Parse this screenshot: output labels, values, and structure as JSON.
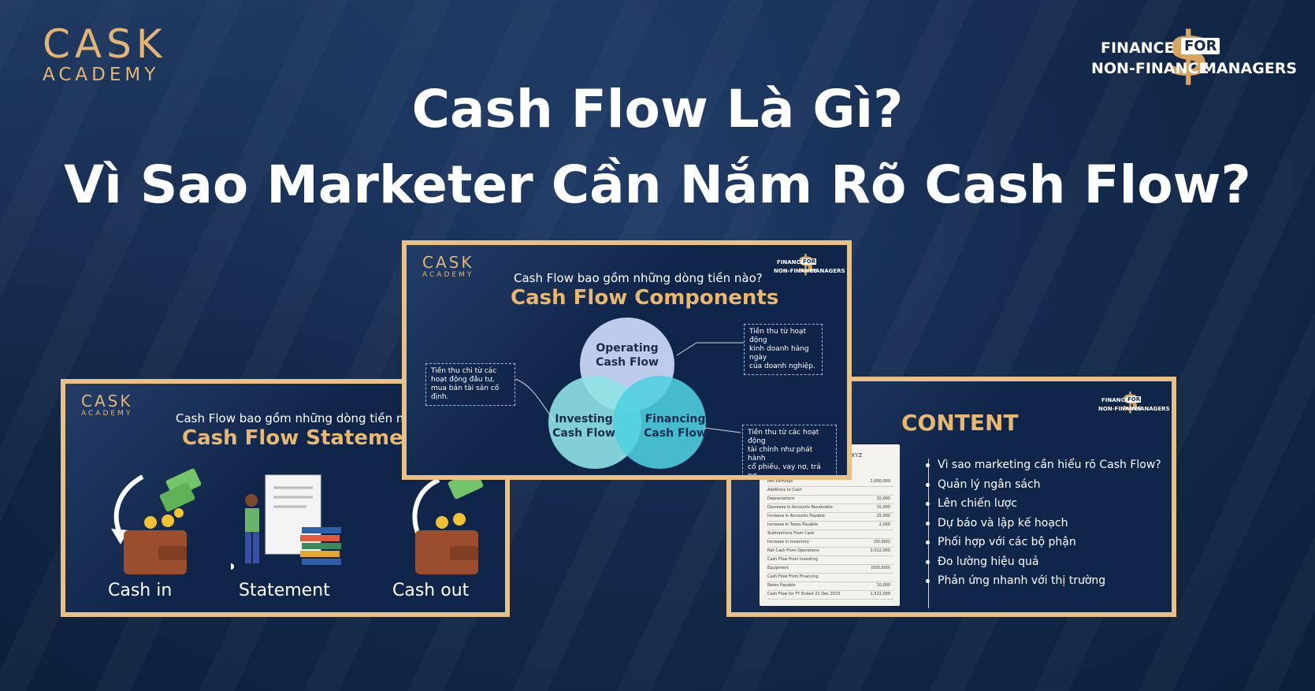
{
  "brand": {
    "line1": "CASK",
    "line2": "ACADEMY"
  },
  "program_logo": {
    "line1": "FINANCE",
    "for": "FOR",
    "line2": "NON-FINANCE",
    "line3": "MANAGERS"
  },
  "headline": {
    "line1": "Cash Flow Là Gì?",
    "line2": "Vì Sao Marketer Cần Nắm Rõ Cash Flow?"
  },
  "slide_left": {
    "question": "Cash Flow bao gồm những dòng tiền nào?",
    "title": "Cash Flow Statement",
    "labels": [
      "Cash in",
      "Statement",
      "Cash out"
    ]
  },
  "slide_center": {
    "question": "Cash Flow bao gồm những dòng tiền nào?",
    "title": "Cash Flow Components",
    "circles": {
      "operating": [
        "Operating",
        "Cash Flow"
      ],
      "investing": [
        "Investing",
        "Cash Flow"
      ],
      "financing": [
        "Financing",
        "Cash Flow"
      ]
    },
    "notes": {
      "operating": [
        "Tiền thu từ hoạt động",
        "kinh doanh hàng ngày",
        "của doanh nghiệp."
      ],
      "investing": [
        "Tiền thu chi từ các",
        "hoạt động đầu tư,",
        "mua bán tài sản cố định."
      ],
      "financing": [
        "Tiền thu từ các hoạt động",
        "tài chính như phát hành",
        "cổ phiếu, vay nợ, trả nợ."
      ]
    },
    "colors": {
      "operating": "#c9d4f2",
      "investing": "#8fe3e6",
      "financing": "#4fd0e0"
    }
  },
  "slide_right": {
    "title": "CONTENT",
    "bullets": [
      "Vì sao marketing cần hiểu rõ Cash Flow?",
      "Quản lý ngân sách",
      "Lên chiến lược",
      "Dự báo và lập kế hoạch",
      "Phối hợp với các bộ phận",
      "Đo lường hiệu quả",
      "Phản ứng nhanh với thị trường"
    ],
    "statement": {
      "header": "y XYZ",
      "rows": [
        {
          "label": "Net Earnings",
          "value": "2,000,000"
        },
        {
          "label": "Additions to Cash",
          "value": ""
        },
        {
          "label": "Depreciations",
          "value": "10,000"
        },
        {
          "label": "Decrease in Accounts Receivable",
          "value": "15,000"
        },
        {
          "label": "Increase in Accounts Payable",
          "value": "15,000"
        },
        {
          "label": "Increase in Taxes Payable",
          "value": "2,000"
        },
        {
          "label": "Subtractions From Cash",
          "value": ""
        },
        {
          "label": "Increase in Inventory",
          "value": "(30,000)"
        },
        {
          "label": "Net Cash From Operations",
          "value": "2,012,000"
        },
        {
          "label": "Cash Flow From Investing",
          "value": ""
        },
        {
          "label": "Equipment",
          "value": "(500,000)"
        },
        {
          "label": "Cash Flow From Financing",
          "value": ""
        },
        {
          "label": "Notes Payable",
          "value": "10,000"
        },
        {
          "label": "Cash Flow for FY Ended 21 Dec 2023",
          "value": "1,522,000"
        }
      ]
    }
  }
}
